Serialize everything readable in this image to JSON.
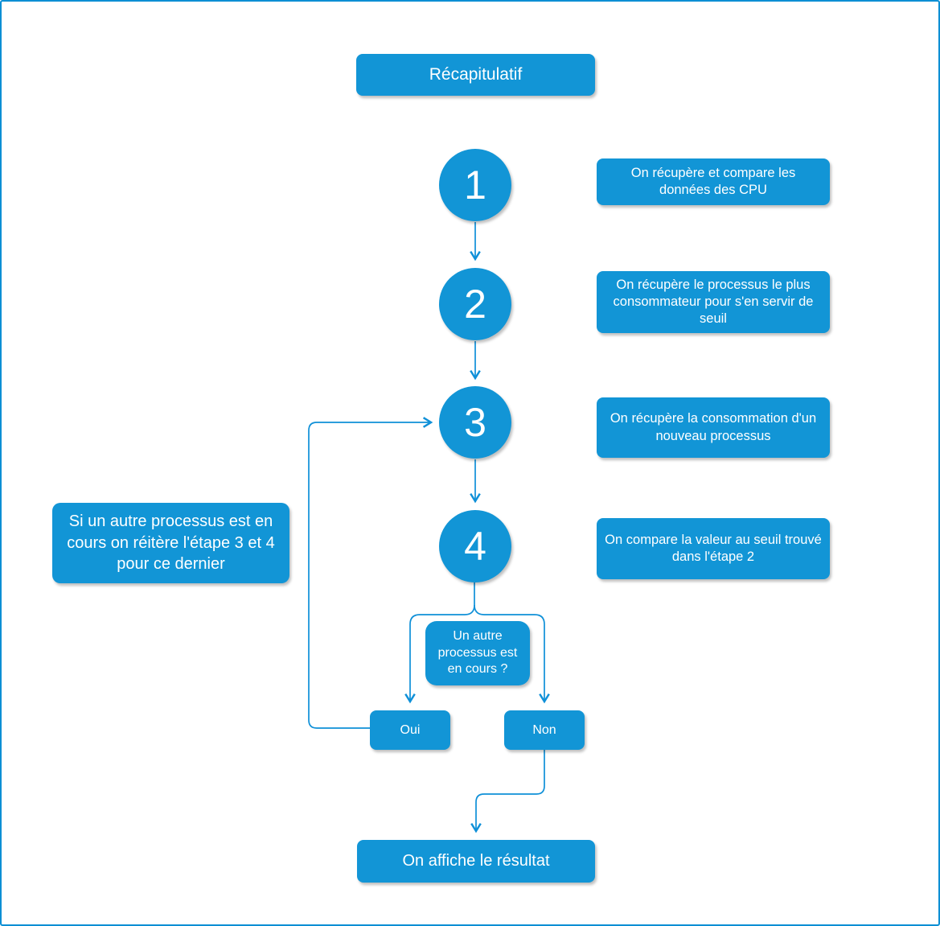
{
  "diagram": {
    "title": "Récapitulatif",
    "steps": [
      {
        "number": "1",
        "label": "On récupère et compare les données des CPU"
      },
      {
        "number": "2",
        "label": "On récupère le processus le plus consommateur pour s'en servir de seuil"
      },
      {
        "number": "3",
        "label": "On récupère la consommation d'un nouveau processus"
      },
      {
        "number": "4",
        "label": "On compare la valeur au seuil trouvé dans l'étape 2"
      }
    ],
    "side_note": "Si un autre processus est en cours on réitère l'étape 3 et 4 pour ce dernier",
    "decision": "Un autre processus est en cours ?",
    "yes_label": "Oui",
    "no_label": "Non",
    "result": "On affiche le résultat",
    "colors": {
      "shape_fill": "#1295d6",
      "connector": "#0f90d8",
      "canvas_border": "#0b8fd4",
      "text": "#ffffff"
    }
  }
}
